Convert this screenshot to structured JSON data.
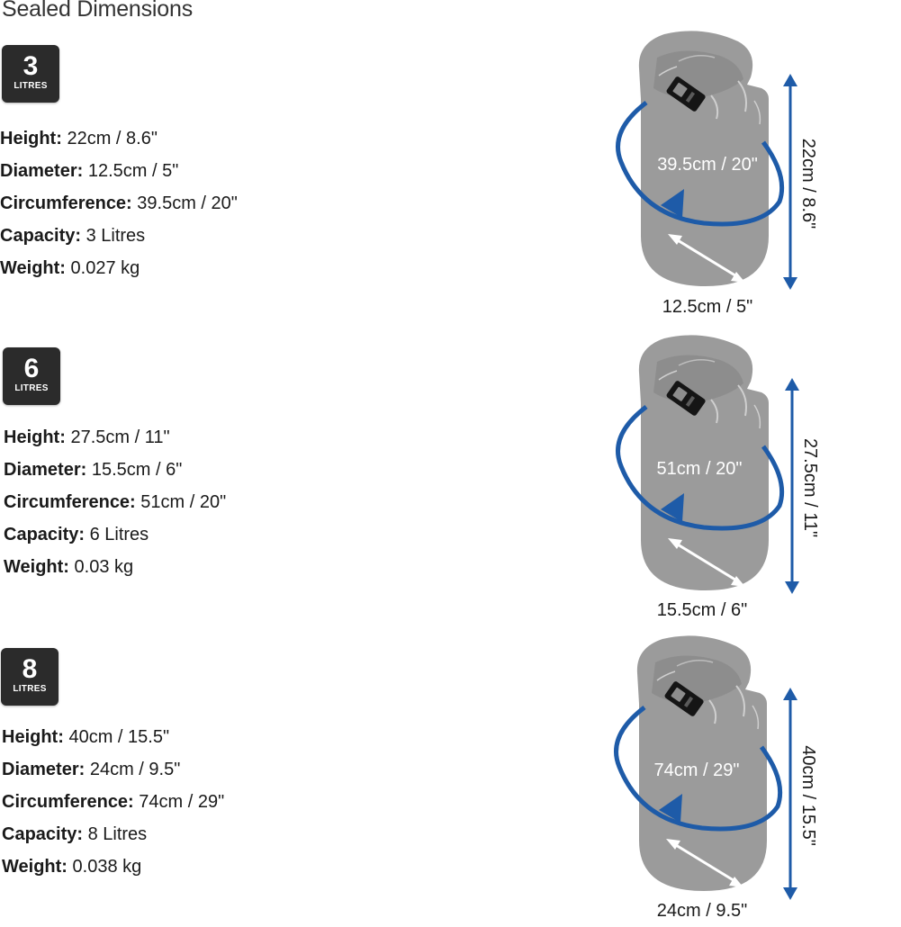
{
  "page": {
    "title": "Sealed Dimensions"
  },
  "colors": {
    "bag_fill": "#9b9b9b",
    "bag_fold": "#8d8d8d",
    "bag_crease": "#cfcfcf",
    "buckle": "#151515",
    "arrow_blue": "#1e5ba8",
    "badge_bg": "#2b2b2b"
  },
  "icons": {
    "bag": "dry-bag-icon",
    "buckle": "buckle-icon",
    "circumference": "circumference-arrow-icon",
    "height": "height-arrow-icon",
    "diameter": "diameter-arrow-icon"
  },
  "sections": [
    {
      "badge": {
        "number": "3",
        "unit": "LITRES"
      },
      "specs": [
        {
          "label": "Height:",
          "value": "22cm / 8.6\""
        },
        {
          "label": "Diameter:",
          "value": "12.5cm / 5\""
        },
        {
          "label": "Circumference:",
          "value": "39.5cm / 20\""
        },
        {
          "label": "Capacity:",
          "value": "3 Litres"
        },
        {
          "label": "Weight:",
          "value": "0.027 kg"
        }
      ],
      "diagram": {
        "circumference": "39.5cm / 20\"",
        "height": "22cm / 8.6\"",
        "diameter": "12.5cm / 5\""
      }
    },
    {
      "badge": {
        "number": "6",
        "unit": "LITRES"
      },
      "specs": [
        {
          "label": "Height:",
          "value": "27.5cm / 11\""
        },
        {
          "label": "Diameter:",
          "value": "15.5cm / 6\""
        },
        {
          "label": "Circumference:",
          "value": "51cm / 20\""
        },
        {
          "label": "Capacity:",
          "value": "6 Litres"
        },
        {
          "label": "Weight:",
          "value": "0.03 kg"
        }
      ],
      "diagram": {
        "circumference": "51cm / 20\"",
        "height": "27.5cm / 11\"",
        "diameter": "15.5cm / 6\""
      }
    },
    {
      "badge": {
        "number": "8",
        "unit": "LITRES"
      },
      "specs": [
        {
          "label": "Height:",
          "value": "40cm / 15.5\""
        },
        {
          "label": "Diameter:",
          "value": "24cm / 9.5\""
        },
        {
          "label": "Circumference:",
          "value": "74cm / 29\""
        },
        {
          "label": "Capacity:",
          "value": "8 Litres"
        },
        {
          "label": "Weight:",
          "value": "0.038 kg"
        }
      ],
      "diagram": {
        "circumference": "74cm / 29\"",
        "height": "40cm / 15.5\"",
        "diameter": "24cm / 9.5\""
      }
    }
  ]
}
